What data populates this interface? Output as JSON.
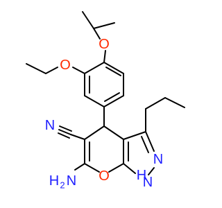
{
  "colors": {
    "carbon": "#000000",
    "oxygen": "#ff2a00",
    "nitrogen": "#2020ff",
    "background": "#ffffff"
  },
  "labels": {
    "o_isopropoxy": "O",
    "o_ethoxy": "O",
    "o_ring": "O",
    "n_nitrile": "N",
    "nh2_n": "H",
    "nh2_sub": "2",
    "nh2_tail": "N",
    "n_pyrazole": "N",
    "nh_n": "N",
    "nh_h": "H"
  }
}
